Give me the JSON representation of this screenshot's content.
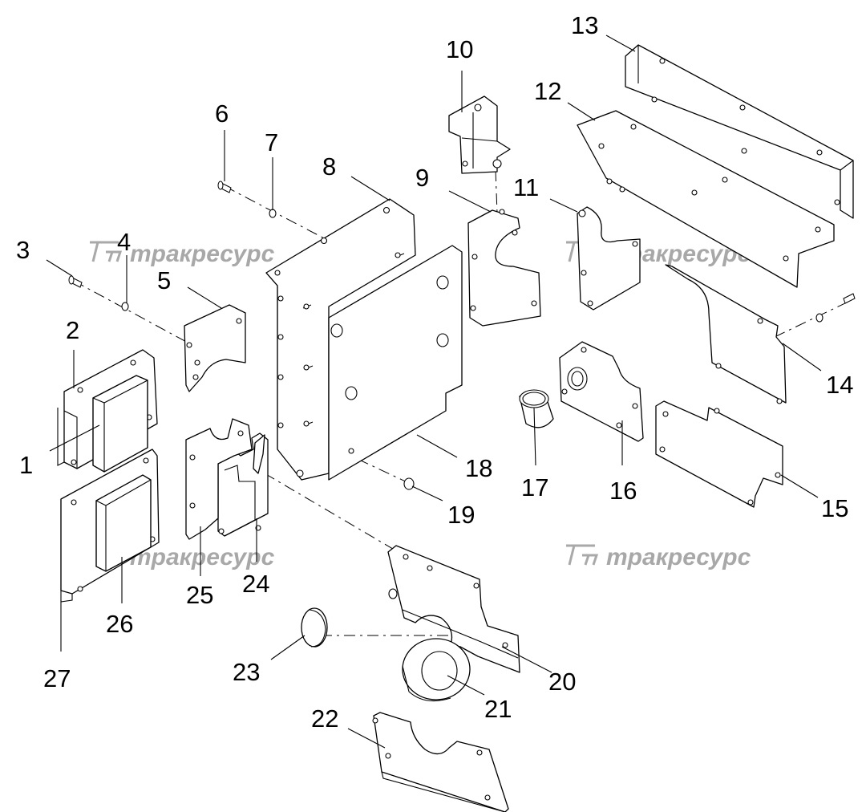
{
  "watermark": {
    "text": "трakресурс",
    "display": "тракресурс",
    "color": "#9a9a9a"
  },
  "callouts": [
    "1",
    "2",
    "3",
    "4",
    "5",
    "6",
    "7",
    "8",
    "9",
    "10",
    "11",
    "12",
    "13",
    "14",
    "15",
    "16",
    "17",
    "18",
    "19",
    "20",
    "21",
    "22",
    "23",
    "24",
    "25",
    "26",
    "27"
  ]
}
